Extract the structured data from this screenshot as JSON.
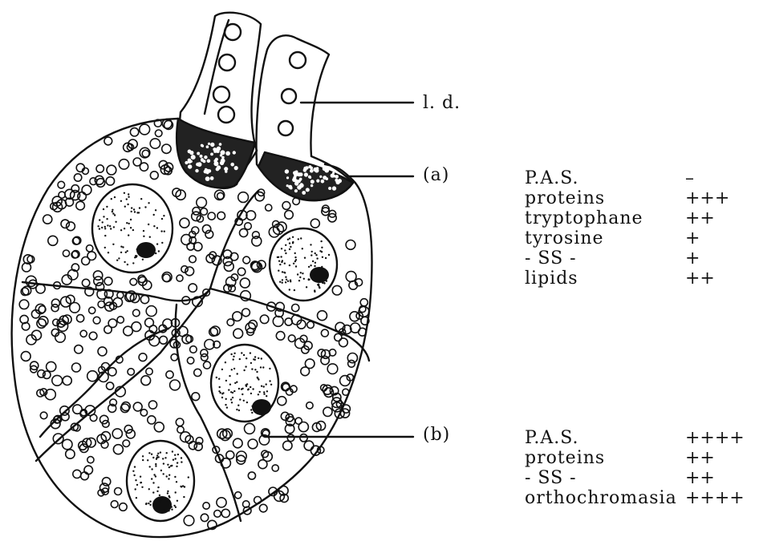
{
  "labels": {
    "ld": "l. d.",
    "a": "(a)",
    "b": "(b)"
  },
  "table_a": [
    {
      "test": "P.A.S.",
      "result": "–"
    },
    {
      "test": "proteins",
      "result": "+++"
    },
    {
      "test": "tryptophane",
      "result": "++"
    },
    {
      "test": "tyrosine",
      "result": "+"
    },
    {
      "test": "- SS -",
      "result": "+"
    },
    {
      "test": "lipids",
      "result": "++"
    }
  ],
  "table_b": [
    {
      "test": "P.A.S.",
      "result": "++++"
    },
    {
      "test": "proteins",
      "result": "++"
    },
    {
      "test": "- SS -",
      "result": "++"
    },
    {
      "test": "orthochromasia",
      "result": "++++"
    }
  ]
}
